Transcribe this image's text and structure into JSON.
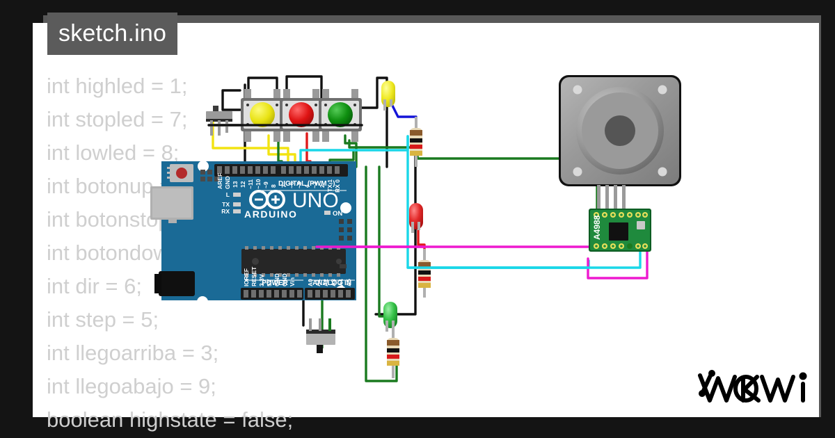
{
  "window": {
    "background_color": "#141414",
    "panel_color": "#ffffff",
    "shadow_color": "#585858"
  },
  "file_tab": {
    "label": "sketch.ino",
    "background_color": "#5b5b5b",
    "text_color": "#ffffff"
  },
  "code": {
    "text_color": "#cfcfcf",
    "lines": [
      "int highled = 1;",
      "int stopled = 7;",
      "int lowled = 8;",
      "int botonup = 4;",
      "int botonstop = 2;",
      "int botondown = 10;",
      "int dir = 6;",
      "int step = 5;",
      "int llegoarriba = 3;",
      "int llegoabajo = 9;",
      "boolean highstate = false;"
    ]
  },
  "logo": {
    "text": "WOKWi",
    "color": "#000000"
  },
  "diagram": {
    "board": {
      "name": "Arduino UNO",
      "silk_title": "UNO",
      "silk_brand": "ARDUINO",
      "body_color": "#1a6a96",
      "header_digital_label": "DIGITAL (PWM ~)",
      "header_power_label": "POWER",
      "header_analog_label": "ANALOG IN",
      "led_labels": [
        "L",
        "TX",
        "RX"
      ],
      "on_label": "ON",
      "digital_pins": [
        "AREF",
        "GND",
        "13",
        "12",
        "~11",
        "~10",
        "~9",
        "8",
        "7",
        "~6",
        "~5",
        "4",
        "~3",
        "2",
        "TX 1",
        "RX 0"
      ],
      "power_pins": [
        "IOREF",
        "RESET",
        "3.3V",
        "5V",
        "GND",
        "GND",
        "Vin"
      ],
      "analog_pins": [
        "A0",
        "A1",
        "A2",
        "A3",
        "A4",
        "A5"
      ]
    },
    "stepper_motor": {
      "name": "stepper-motor",
      "body_color": "#8f8f8f",
      "wire_count": 4
    },
    "driver": {
      "name": "A4988",
      "label": "A4988",
      "board_color": "#1f8a3d"
    },
    "pushbuttons": [
      {
        "name": "pushbutton-yellow",
        "color": "#e8e212"
      },
      {
        "name": "pushbutton-red",
        "color": "#df1414"
      },
      {
        "name": "pushbutton-green",
        "color": "#0f8f10"
      }
    ],
    "leds": [
      {
        "name": "led-yellow",
        "color": "#e8e212"
      },
      {
        "name": "led-red",
        "color": "#e02424"
      },
      {
        "name": "led-green",
        "color": "#28bb3a"
      }
    ],
    "resistors": [
      {
        "name": "resistor-1",
        "bands": [
          "#8a5a2b",
          "#111111",
          "#d81a1a",
          "#d9b441"
        ]
      },
      {
        "name": "resistor-2",
        "bands": [
          "#8a5a2b",
          "#111111",
          "#d81a1a",
          "#d9b441"
        ]
      },
      {
        "name": "resistor-3",
        "bands": [
          "#8a5a2b",
          "#111111",
          "#d81a1a",
          "#d9b441"
        ]
      }
    ],
    "limit_switches": [
      {
        "name": "limit-switch-top"
      },
      {
        "name": "limit-switch-bottom"
      }
    ],
    "wire_colors": {
      "black": "#111111",
      "green": "#1a7a1f",
      "yellow": "#f2e312",
      "red": "#e01b1b",
      "blue": "#1414d8",
      "cyan": "#1ad7e8",
      "magenta": "#ee19cf"
    }
  }
}
